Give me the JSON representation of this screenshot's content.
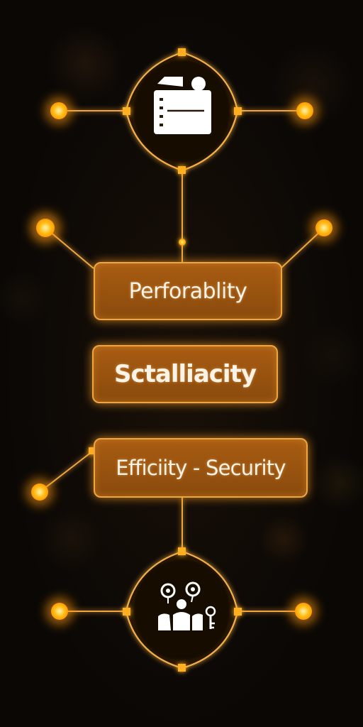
{
  "diagram": {
    "accent_color": "#ffb020",
    "box_fill_color": "#9a5410",
    "background_color": "#0a0705",
    "top_hub": {
      "icon": "window-folder-icon"
    },
    "bottom_hub": {
      "icon": "people-group-icon"
    },
    "boxes": [
      {
        "label": "Perforablity"
      },
      {
        "label": "Sctalliacity"
      },
      {
        "label": "Efficiity - Security"
      }
    ]
  }
}
